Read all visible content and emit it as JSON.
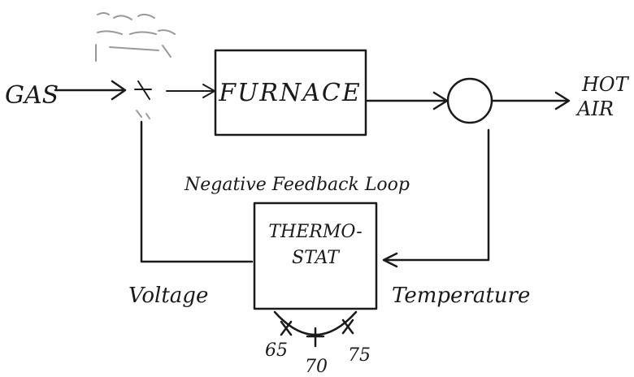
{
  "diagram": {
    "input_label": "GAS",
    "output_label_line1": "HOT",
    "output_label_line2": "AIR",
    "furnace_label": "FURNACE",
    "loop_label": "Negative Feedback Loop",
    "thermostat_line1": "THERMO-",
    "thermostat_line2": "STAT",
    "voltage_label": "Voltage",
    "temperature_label": "Temperature",
    "dial_ticks": [
      "65",
      "70",
      "75"
    ]
  }
}
